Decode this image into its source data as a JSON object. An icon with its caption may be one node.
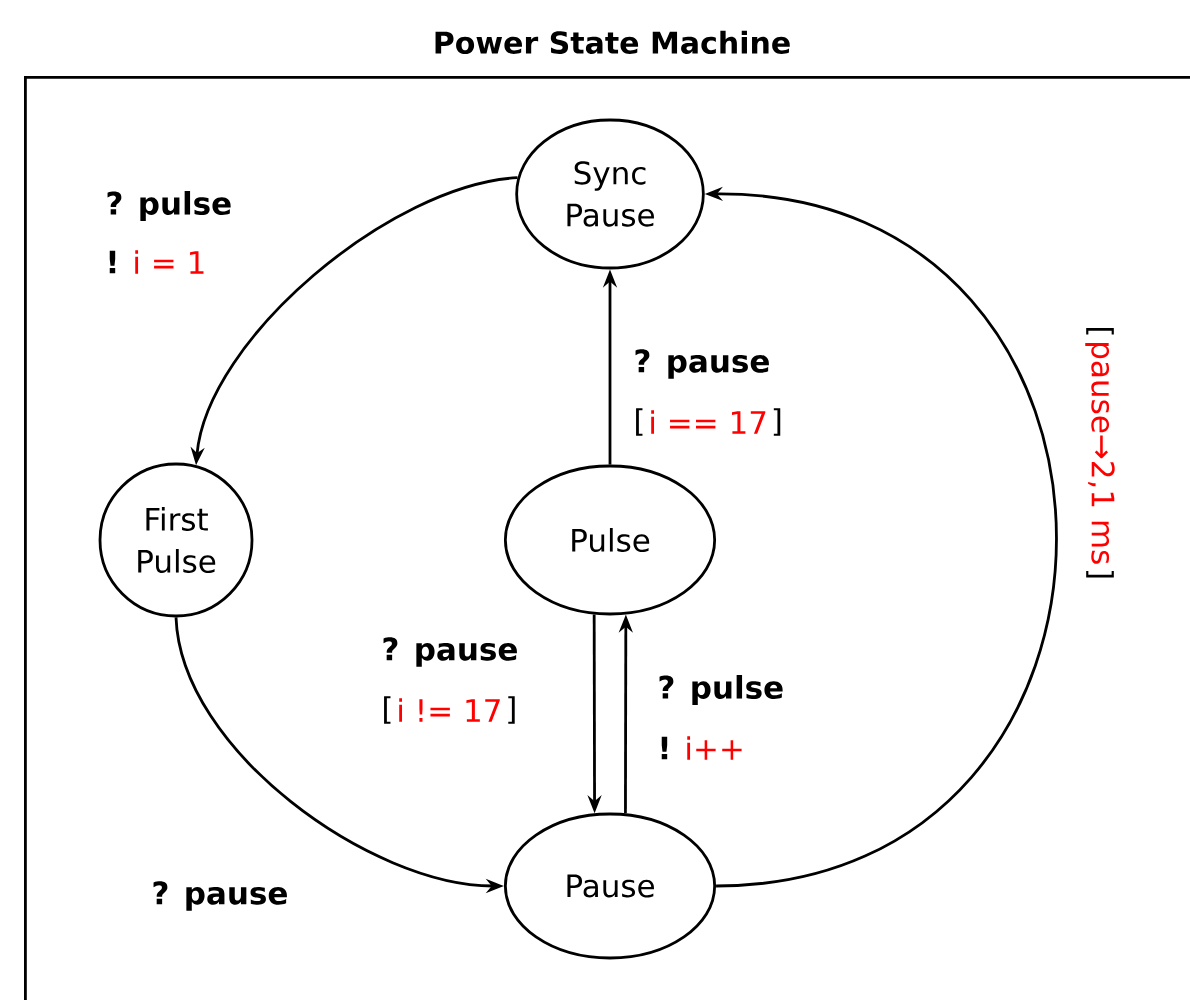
{
  "diagram": {
    "nodes": [
      {
        "text": [
          "Power State Machine"
        ]
      },
      {
        "text": [
          "Sync Pause"
        ],
        "in": 0
      },
      {
        "text": [
          "First Pulse"
        ],
        "in": 0
      },
      {
        "text": [
          "Pulse"
        ],
        "in": 0
      },
      {
        "text": [
          "Pause"
        ],
        "in": 0
      }
    ],
    "edges": [
      {
        "from": 1,
        "to": 2,
        "arrow": "to",
        "label": "? pulse"
      },
      {
        "from": 3,
        "to": 1,
        "arrow": "to",
        "label": "? pause"
      },
      {
        "from": 2,
        "to": 4,
        "arrow": "to",
        "label": "? pause"
      },
      {
        "from": 3,
        "to": 4,
        "arrow": "to",
        "label": "? pause"
      },
      {
        "from": 4,
        "to": 3,
        "arrow": "to",
        "label": "? pulse"
      },
      {
        "from": 4,
        "to": 1,
        "arrow": "to"
      }
    ],
    "labels": [
      "!",
      "i = 1",
      "[",
      "i == 17",
      "]",
      "[",
      "i != 17",
      "]",
      "!",
      "i++",
      "[",
      "pause→2,1 ms",
      "]"
    ]
  }
}
